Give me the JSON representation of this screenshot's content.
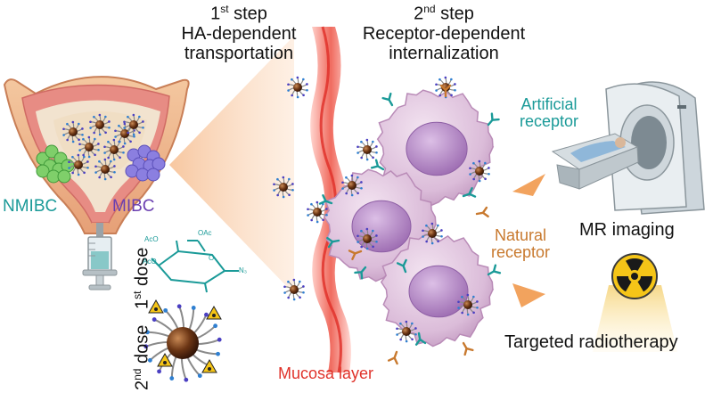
{
  "steps": {
    "step1": {
      "ordinal": "1",
      "suffix": "st",
      "word": " step",
      "line2": "HA-dependent",
      "line3": "transportation"
    },
    "step2": {
      "ordinal": "2",
      "suffix": "nd",
      "word": " step",
      "line2": "Receptor-dependent",
      "line3": "internalization"
    }
  },
  "bladder": {
    "left_label": "NMIBC",
    "right_label": "MIBC"
  },
  "doses": {
    "first": {
      "ordinal": "1",
      "suffix": "st",
      "word": " dose"
    },
    "second": {
      "ordinal": "2",
      "suffix": "nd",
      "word": " dose"
    }
  },
  "molecule": {
    "groups": [
      "AcO",
      "OAc",
      "AcO",
      "O",
      "N₃"
    ]
  },
  "receptors": {
    "artificial": {
      "line1": "Artificial",
      "line2": "receptor"
    },
    "natural": {
      "line1": "Natural",
      "line2": "receptor"
    }
  },
  "outcomes": {
    "imaging": "MR imaging",
    "therapy": "Targeted radiotherapy"
  },
  "mucosa": {
    "label": "Mucosa layer"
  },
  "icons": {
    "radiation": "radiation-hazard-icon",
    "mri": "mri-scanner-icon",
    "syringe": "syringe-icon"
  },
  "colors": {
    "teal": "#1a9a98",
    "orange": "#c8792e",
    "mucosa": "#e8453c",
    "cell": "#d9b6d6",
    "nucleus": "#b889c4",
    "purple": "#6a3fb0"
  }
}
